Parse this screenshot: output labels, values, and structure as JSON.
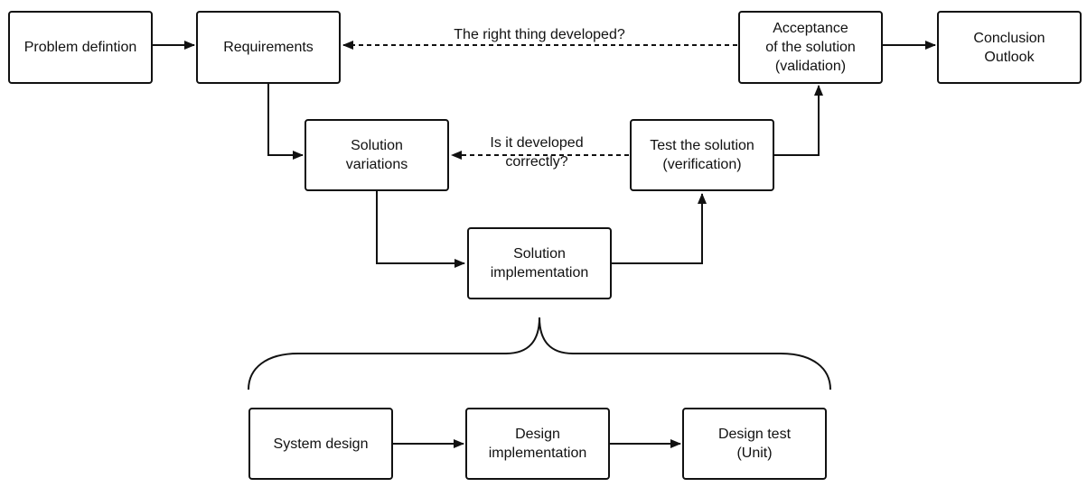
{
  "boxes": {
    "problem": {
      "lines": [
        "Problem defintion"
      ]
    },
    "requirements": {
      "lines": [
        "Requirements"
      ]
    },
    "acceptance": {
      "lines": [
        "Acceptance",
        "of the solution",
        "(validation)"
      ]
    },
    "conclusion": {
      "lines": [
        "Conclusion",
        "Outlook"
      ]
    },
    "variations": {
      "lines": [
        "Solution",
        "variations"
      ]
    },
    "test": {
      "lines": [
        "Test the solution",
        "(verification)"
      ]
    },
    "implementation": {
      "lines": [
        "Solution",
        "implementation"
      ]
    },
    "system_design": {
      "lines": [
        "System design"
      ]
    },
    "design_impl": {
      "lines": [
        "Design",
        "implementation"
      ]
    },
    "design_test": {
      "lines": [
        "Design test",
        "(Unit)"
      ]
    }
  },
  "labels": {
    "validation_question": {
      "lines": [
        "The right thing developed?"
      ]
    },
    "verification_question": {
      "lines": [
        "Is it developed",
        "correctly?"
      ]
    }
  },
  "colors": {
    "stroke": "#111111",
    "background": "#ffffff"
  }
}
